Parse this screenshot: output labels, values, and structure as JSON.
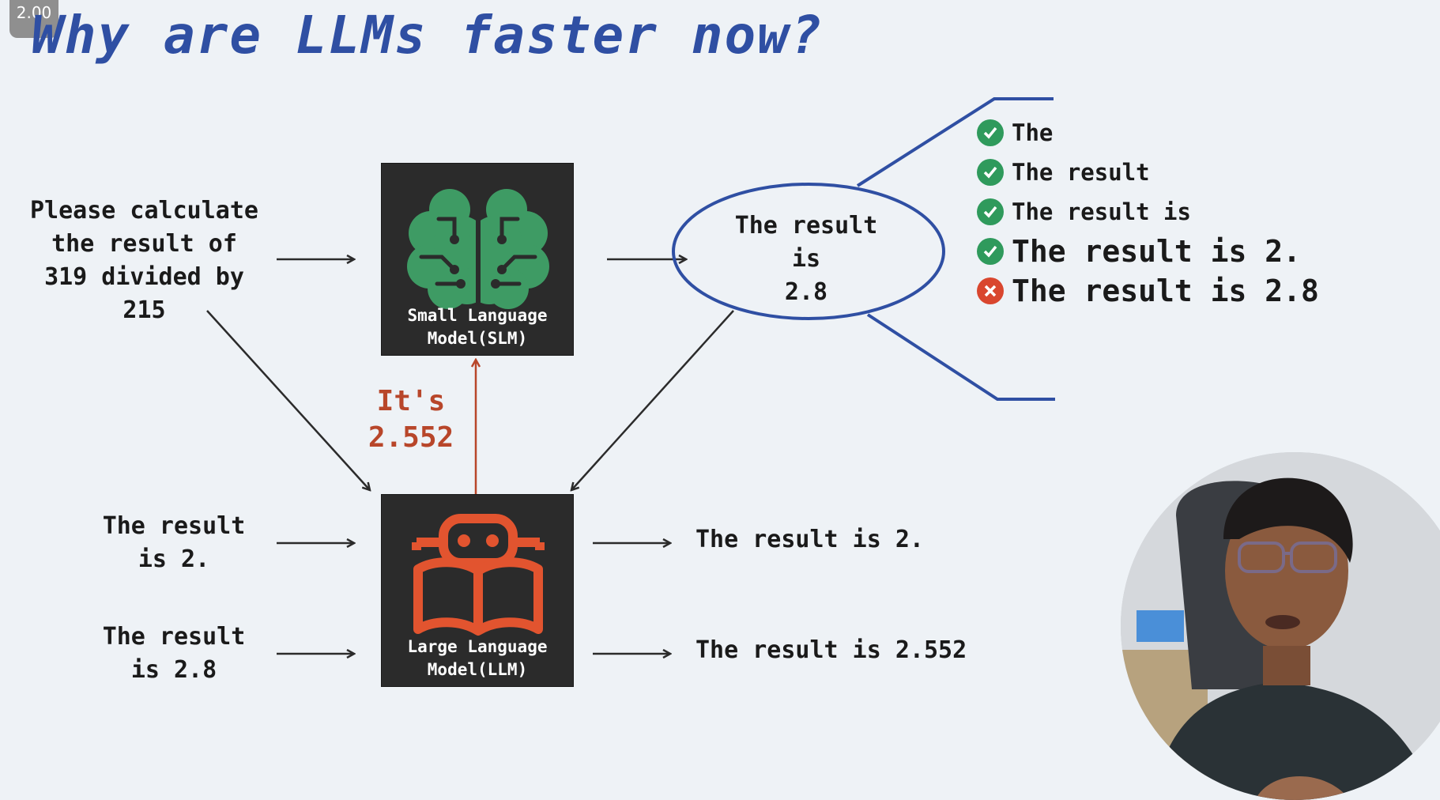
{
  "player": {
    "speed": "2.00"
  },
  "slide": {
    "title": "Why are LLMs faster now?",
    "prompt_lines": [
      "Please calculate",
      "the result of",
      "319 divided by",
      "215"
    ],
    "slm": {
      "label_line1": "Small Language",
      "label_line2": "Model(SLM)"
    },
    "llm": {
      "label_line1": "Large Language",
      "label_line2": "Model(LLM)"
    },
    "draft_bubble_lines": [
      "The result",
      "is",
      "2.8"
    ],
    "verification_lines": [
      "It's",
      "2.552"
    ],
    "tokens": [
      {
        "text": "The",
        "status": "accepted"
      },
      {
        "text": "The result",
        "status": "accepted"
      },
      {
        "text": "The result is",
        "status": "accepted"
      },
      {
        "text": "The result is 2.",
        "status": "accepted"
      },
      {
        "text": "The result is 2.8",
        "status": "rejected"
      }
    ],
    "llm_inputs": [
      {
        "lines": [
          "The result",
          "is 2."
        ]
      },
      {
        "lines": [
          "The result",
          "is 2.8"
        ]
      }
    ],
    "llm_outputs": [
      "The result is 2.",
      "The result is 2.552"
    ]
  },
  "colors": {
    "title": "#2f4fa3",
    "bracket": "#2f4fa3",
    "brain": "#3e9b64",
    "robot": "#e2542f",
    "verify": "#b8462a",
    "accepted": "#2f9a5c",
    "rejected": "#d9462e"
  }
}
